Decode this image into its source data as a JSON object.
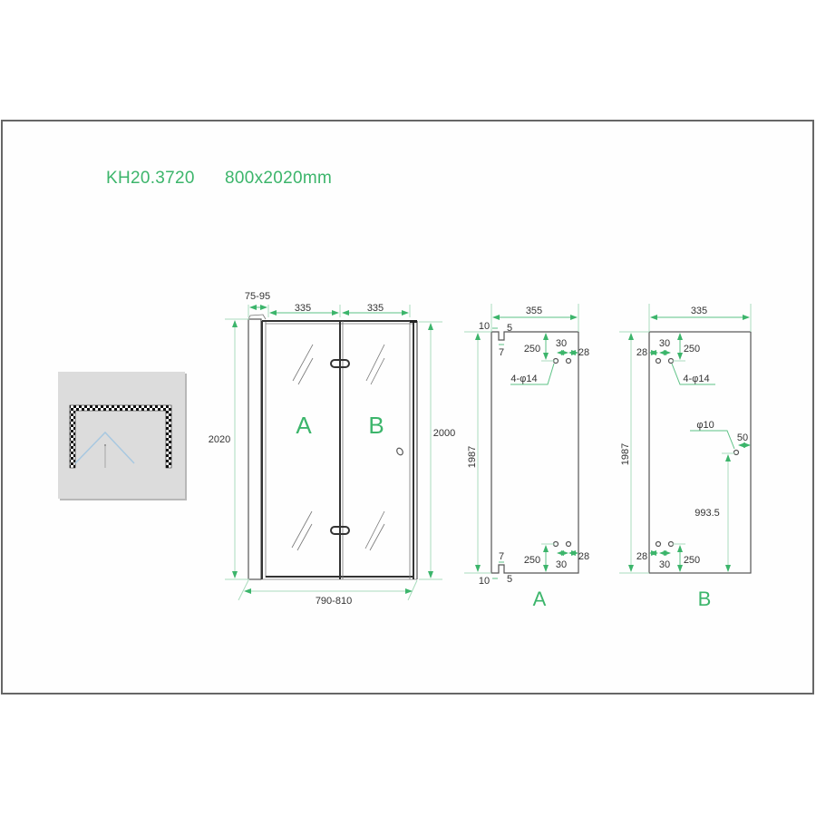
{
  "header": {
    "model": "KH20.3720",
    "size": "800x2020mm"
  },
  "colors": {
    "accent_green": "#3cb56b",
    "line_dark": "#555555",
    "frame_border": "#666666",
    "thumb_bg": "#dcdcdc",
    "door_swing": "#a8c8e0"
  },
  "thumbnail": {
    "description": "top-view layout: tiled U-shaped enclosure with bi-fold door swing"
  },
  "front_view": {
    "dims": {
      "profile_adjust": "75-95",
      "panel_a_width": "335",
      "panel_b_width": "335",
      "total_height": "2020",
      "glass_height": "2000",
      "total_width": "790-810"
    },
    "labels": {
      "panel_a": "A",
      "panel_b": "B"
    }
  },
  "panel_a": {
    "label": "A",
    "dims": {
      "width": "355",
      "height": "1987",
      "notch_offset": "10",
      "notch_depth": "5",
      "notch_width": "7",
      "hole_from_top": "250",
      "hole_spacing": "30",
      "hole_edge": "28",
      "holes_note": "4-φ14",
      "bottom_hole_from_bottom": "250",
      "bottom_hole_spacing": "30",
      "bottom_hole_edge": "28",
      "bottom_notch_width": "7",
      "bottom_notch_offset": "10",
      "bottom_notch_depth": "5"
    }
  },
  "panel_b": {
    "label": "B",
    "dims": {
      "width": "335",
      "height": "1987",
      "hole_edge": "28",
      "hole_spacing": "30",
      "hole_from_top": "250",
      "holes_note": "4-φ14",
      "handle_hole": "φ10",
      "handle_edge": "50",
      "handle_height": "993.5",
      "bottom_hole_edge": "28",
      "bottom_hole_spacing": "30",
      "bottom_hole_from_bottom": "250"
    }
  }
}
